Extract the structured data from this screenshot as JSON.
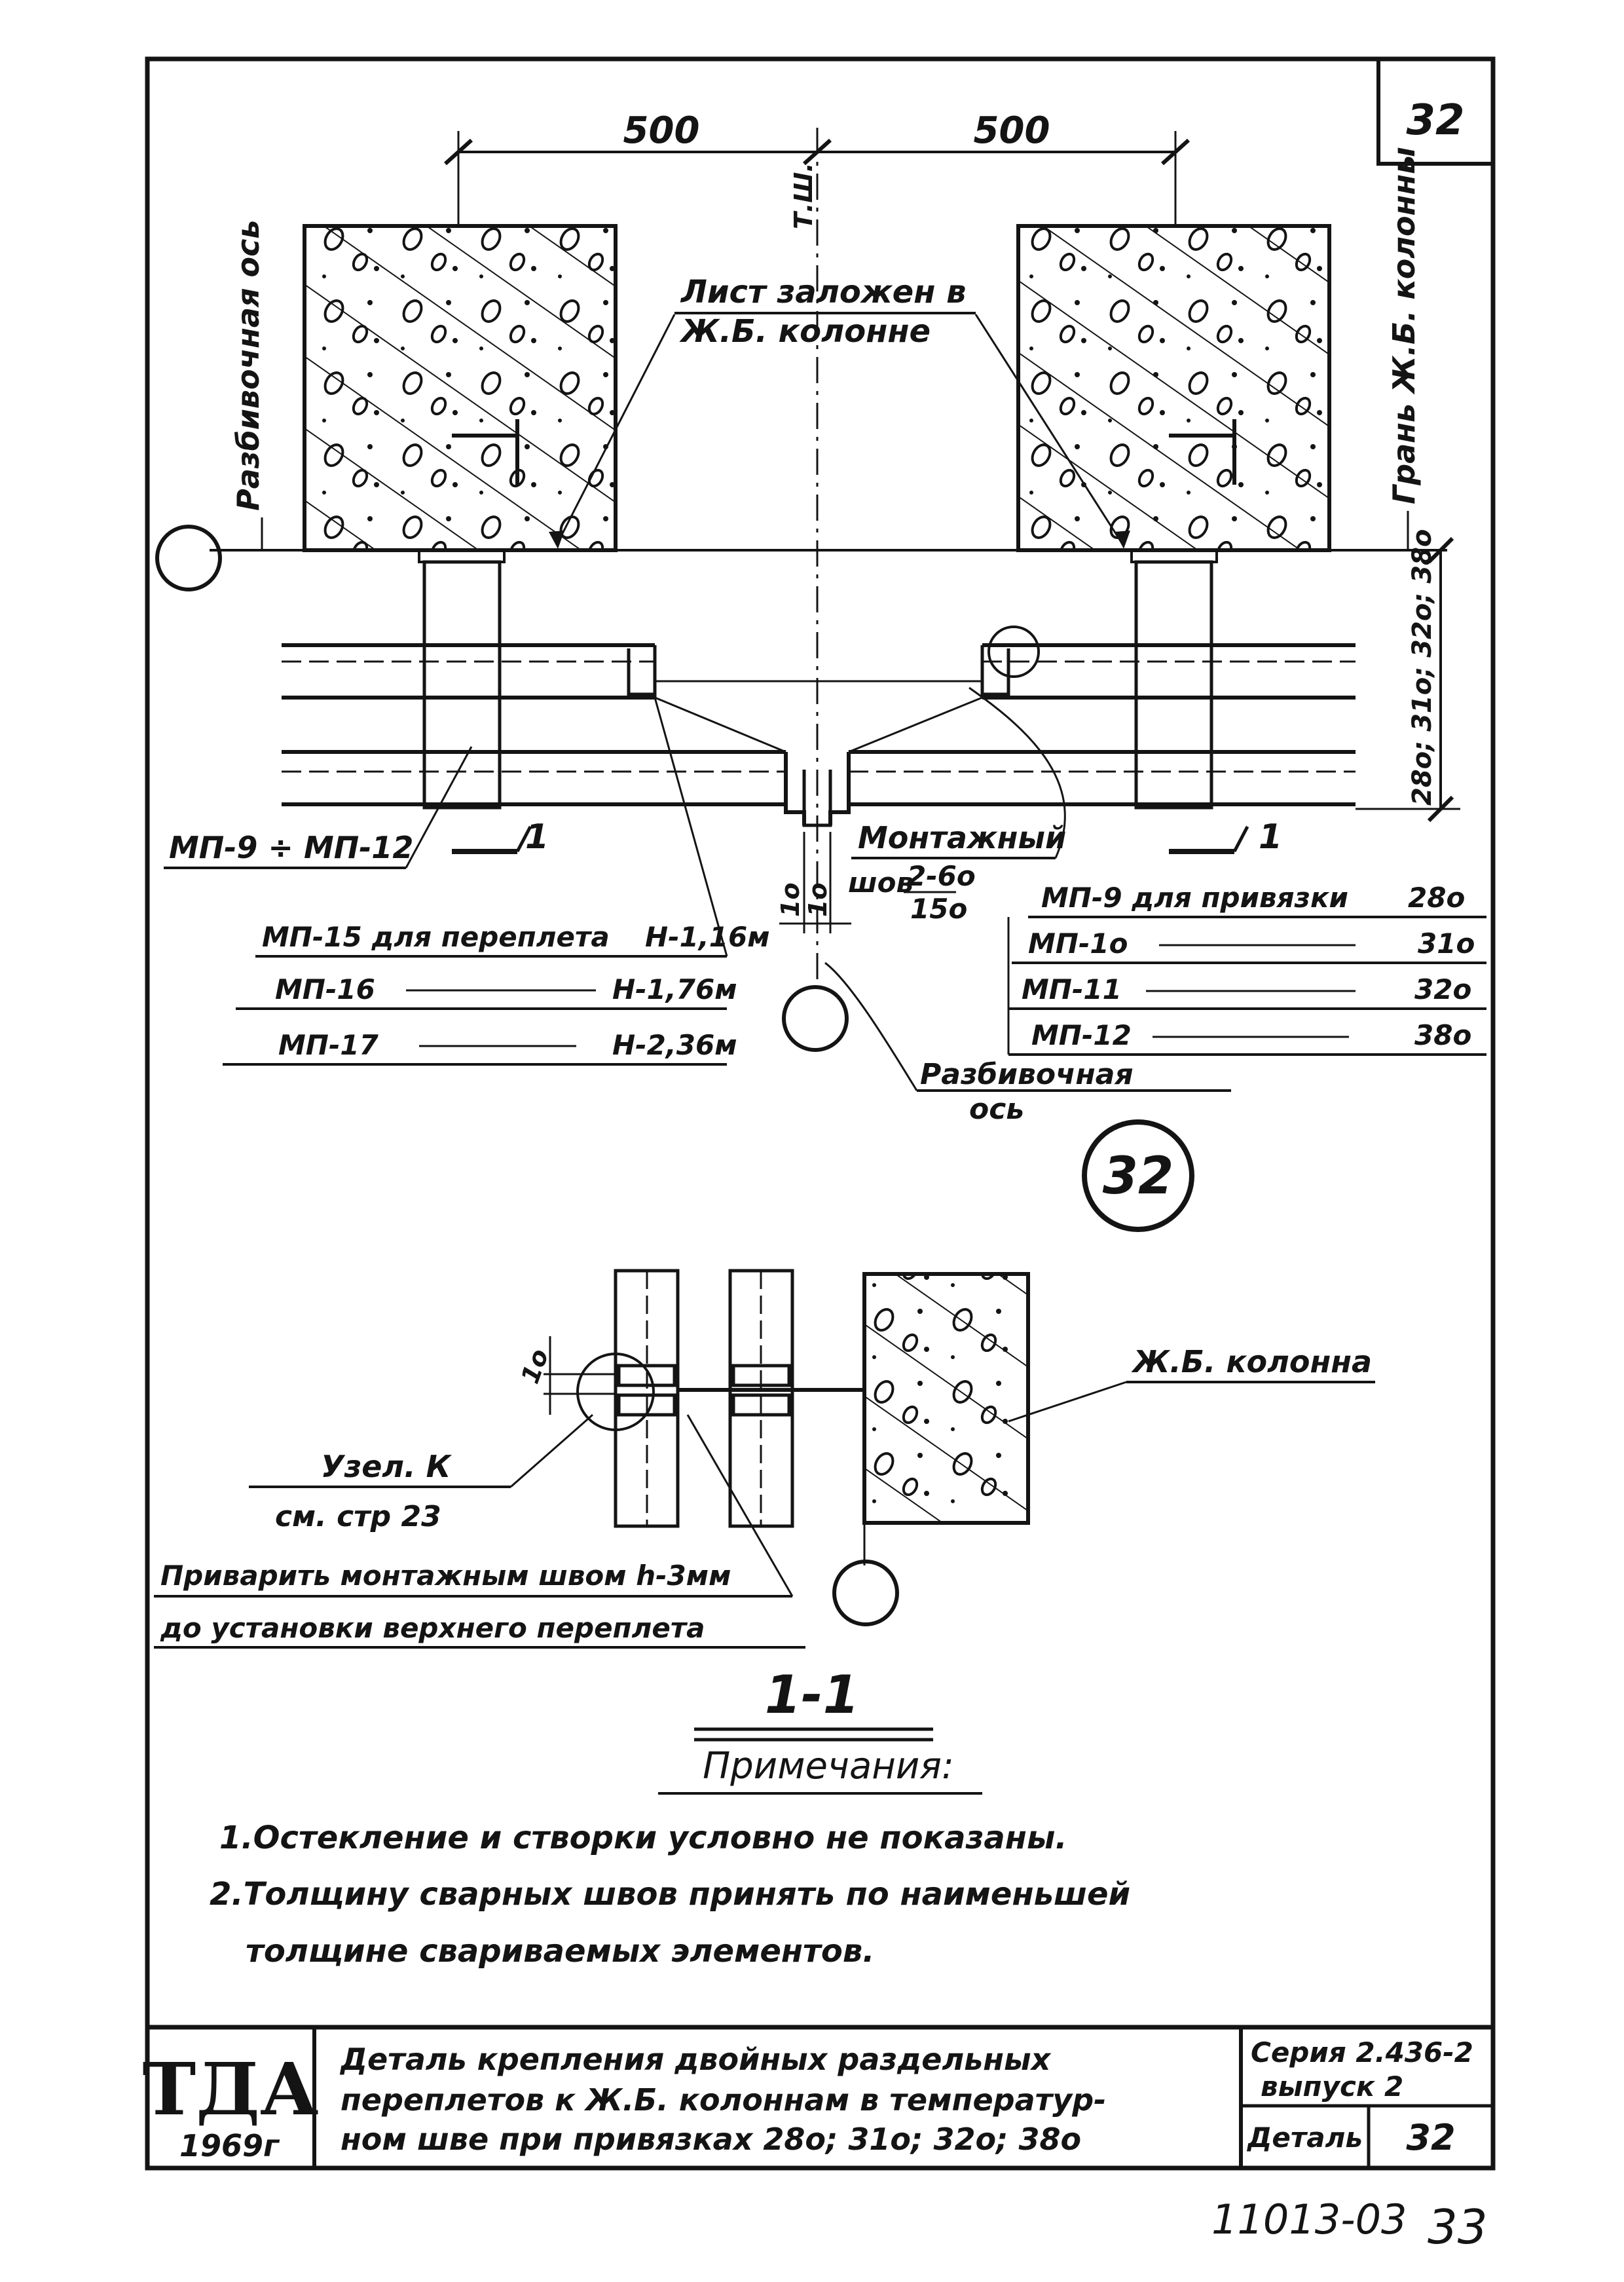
{
  "sheet_number": "32",
  "detail_circle": "32",
  "plan": {
    "dim_left": "500",
    "dim_right": "500",
    "temp_joint_label": "Т.Ш.",
    "axis_left_label": "Разбивочная ось",
    "column_face_label": "Грань Ж.Б. колонны",
    "sheet_embedded_line1": "Лист заложен в",
    "sheet_embedded_line2": "Ж.Б. колонне",
    "vertical_dims": "28о; 31о; 32о; 38о",
    "section_mark": "1",
    "mp_left": "МП-9 ÷ МП-12",
    "montage_label": "Монтажный",
    "weld_label": "шов",
    "weld_num": "2-6о",
    "weld_den": "15о",
    "gap_1": "1о",
    "gap_2": "1о",
    "mp_table_left": [
      {
        "mark": "МП-15 для переплета",
        "height": "Н-1,16м"
      },
      {
        "mark": "МП-16",
        "height": "Н-1,76м"
      },
      {
        "mark": "МП-17",
        "height": "Н-2,36м"
      }
    ],
    "mp_table_right": [
      {
        "mark": "МП-9 для привязки",
        "value": "28о"
      },
      {
        "mark": "МП-1о",
        "value": "31о"
      },
      {
        "mark": "МП-11",
        "value": "32о"
      },
      {
        "mark": "МП-12",
        "value": "38о"
      }
    ],
    "axis_bottom_line1": "Разбивочная",
    "axis_bottom_line2": "ось"
  },
  "section": {
    "dim_10": "1о",
    "column_label": "Ж.Б. колонна",
    "node_label": "Узел. К",
    "node_ref": "см. стр 23",
    "weld_note_line1": "Приварить монтажным швом h-3мм",
    "weld_note_line2": "до установки верхнего переплета",
    "title": "1-1"
  },
  "notes": {
    "heading": "Примечания:",
    "items": [
      "1.Остекление и створки условно не показаны.",
      "2.Толщину сварных швов принять по наименьшей",
      "толщине свариваемых элементов."
    ]
  },
  "title_block": {
    "logo": "ТДА",
    "year": "1969г",
    "title_line1": "Деталь крепления двойных раздельных",
    "title_line2": "переплетов к Ж.Б. колоннам в температур-",
    "title_line3": "ном шве при привязках 28о; 31о; 32о; 38о",
    "series": "Серия 2.436-2",
    "issue": "выпуск 2",
    "detail_label": "Деталь",
    "detail_value": "32"
  },
  "sheet_code": "11013-03",
  "page_number": "33"
}
